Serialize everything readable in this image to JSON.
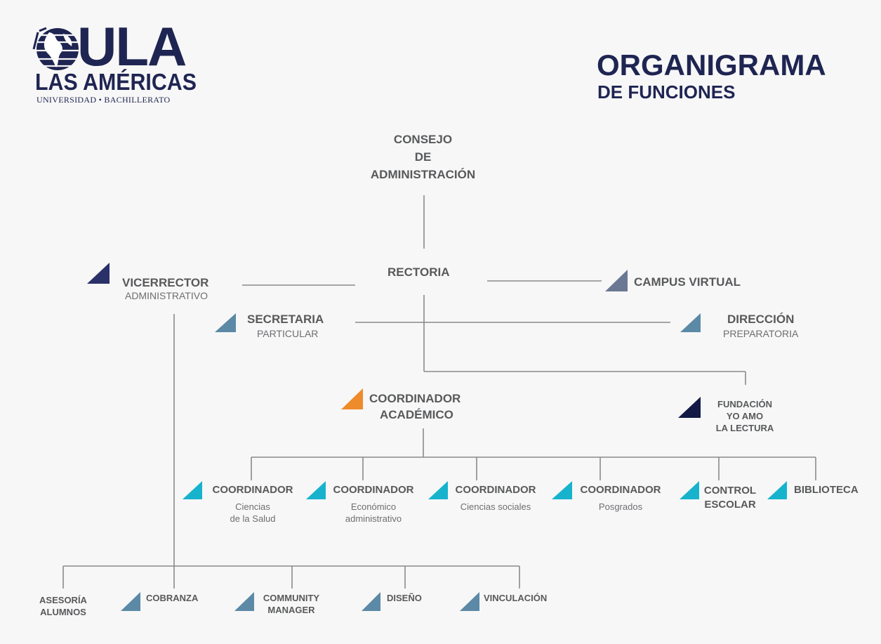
{
  "logo": {
    "icon": "globe-icon",
    "wordmark": "ULA",
    "name": "LAS AMÉRICAS",
    "tagline": "UNIVERSIDAD • BACHILLERATO"
  },
  "header": {
    "title": "ORGANIGRAMA",
    "subtitle": "DE FUNCIONES"
  },
  "colors": {
    "navy": "#1f2552",
    "text": "#58595b",
    "line": "#8a8a8a",
    "steel": "#5b89a6",
    "slate": "#6b7894",
    "orange": "#ee8b2a",
    "cyan": "#17b3cc",
    "darknavy": "#121a45"
  },
  "org": {
    "consejo": {
      "line1": "CONSEJO",
      "line2": "DE",
      "line3": "ADMINISTRACIÓN"
    },
    "rectoria": {
      "title": "RECTORIA"
    },
    "vicerrector": {
      "title": "VICERRECTOR",
      "sub": "ADMINISTRATIVO"
    },
    "campus_virtual": {
      "title": "CAMPUS VIRTUAL"
    },
    "secretaria": {
      "title": "SECRETARIA",
      "sub": "PARTICULAR"
    },
    "direccion": {
      "title": "DIRECCIÓN",
      "sub": "PREPARATORIA"
    },
    "coordinador_academico": {
      "line1": "COORDINADOR",
      "line2": "ACADÉMICO"
    },
    "fundacion": {
      "line1": "FUNDACIÓN",
      "line2": "YO AMO",
      "line3": "LA LECTURA"
    },
    "coordinadores": [
      {
        "title": "COORDINADOR",
        "sub1": "Ciencias",
        "sub2": "de la Salud"
      },
      {
        "title": "COORDINADOR",
        "sub1": "Económico",
        "sub2": "administrativo"
      },
      {
        "title": "COORDINADOR",
        "sub1": "Ciencias sociales",
        "sub2": ""
      },
      {
        "title": "COORDINADOR",
        "sub1": "Posgrados",
        "sub2": ""
      },
      {
        "title": "CONTROL",
        "sub1": "ESCOLAR",
        "sub2": ""
      },
      {
        "title": "BIBLIOTECA",
        "sub1": "",
        "sub2": ""
      }
    ],
    "admin_units": [
      {
        "line1": "ASESORÍA",
        "line2": "ALUMNOS"
      },
      {
        "line1": "COBRANZA",
        "line2": ""
      },
      {
        "line1": "COMMUNITY",
        "line2": "MANAGER"
      },
      {
        "line1": "DISEÑO",
        "line2": ""
      },
      {
        "line1": "VINCULACIÓN",
        "line2": ""
      }
    ]
  }
}
